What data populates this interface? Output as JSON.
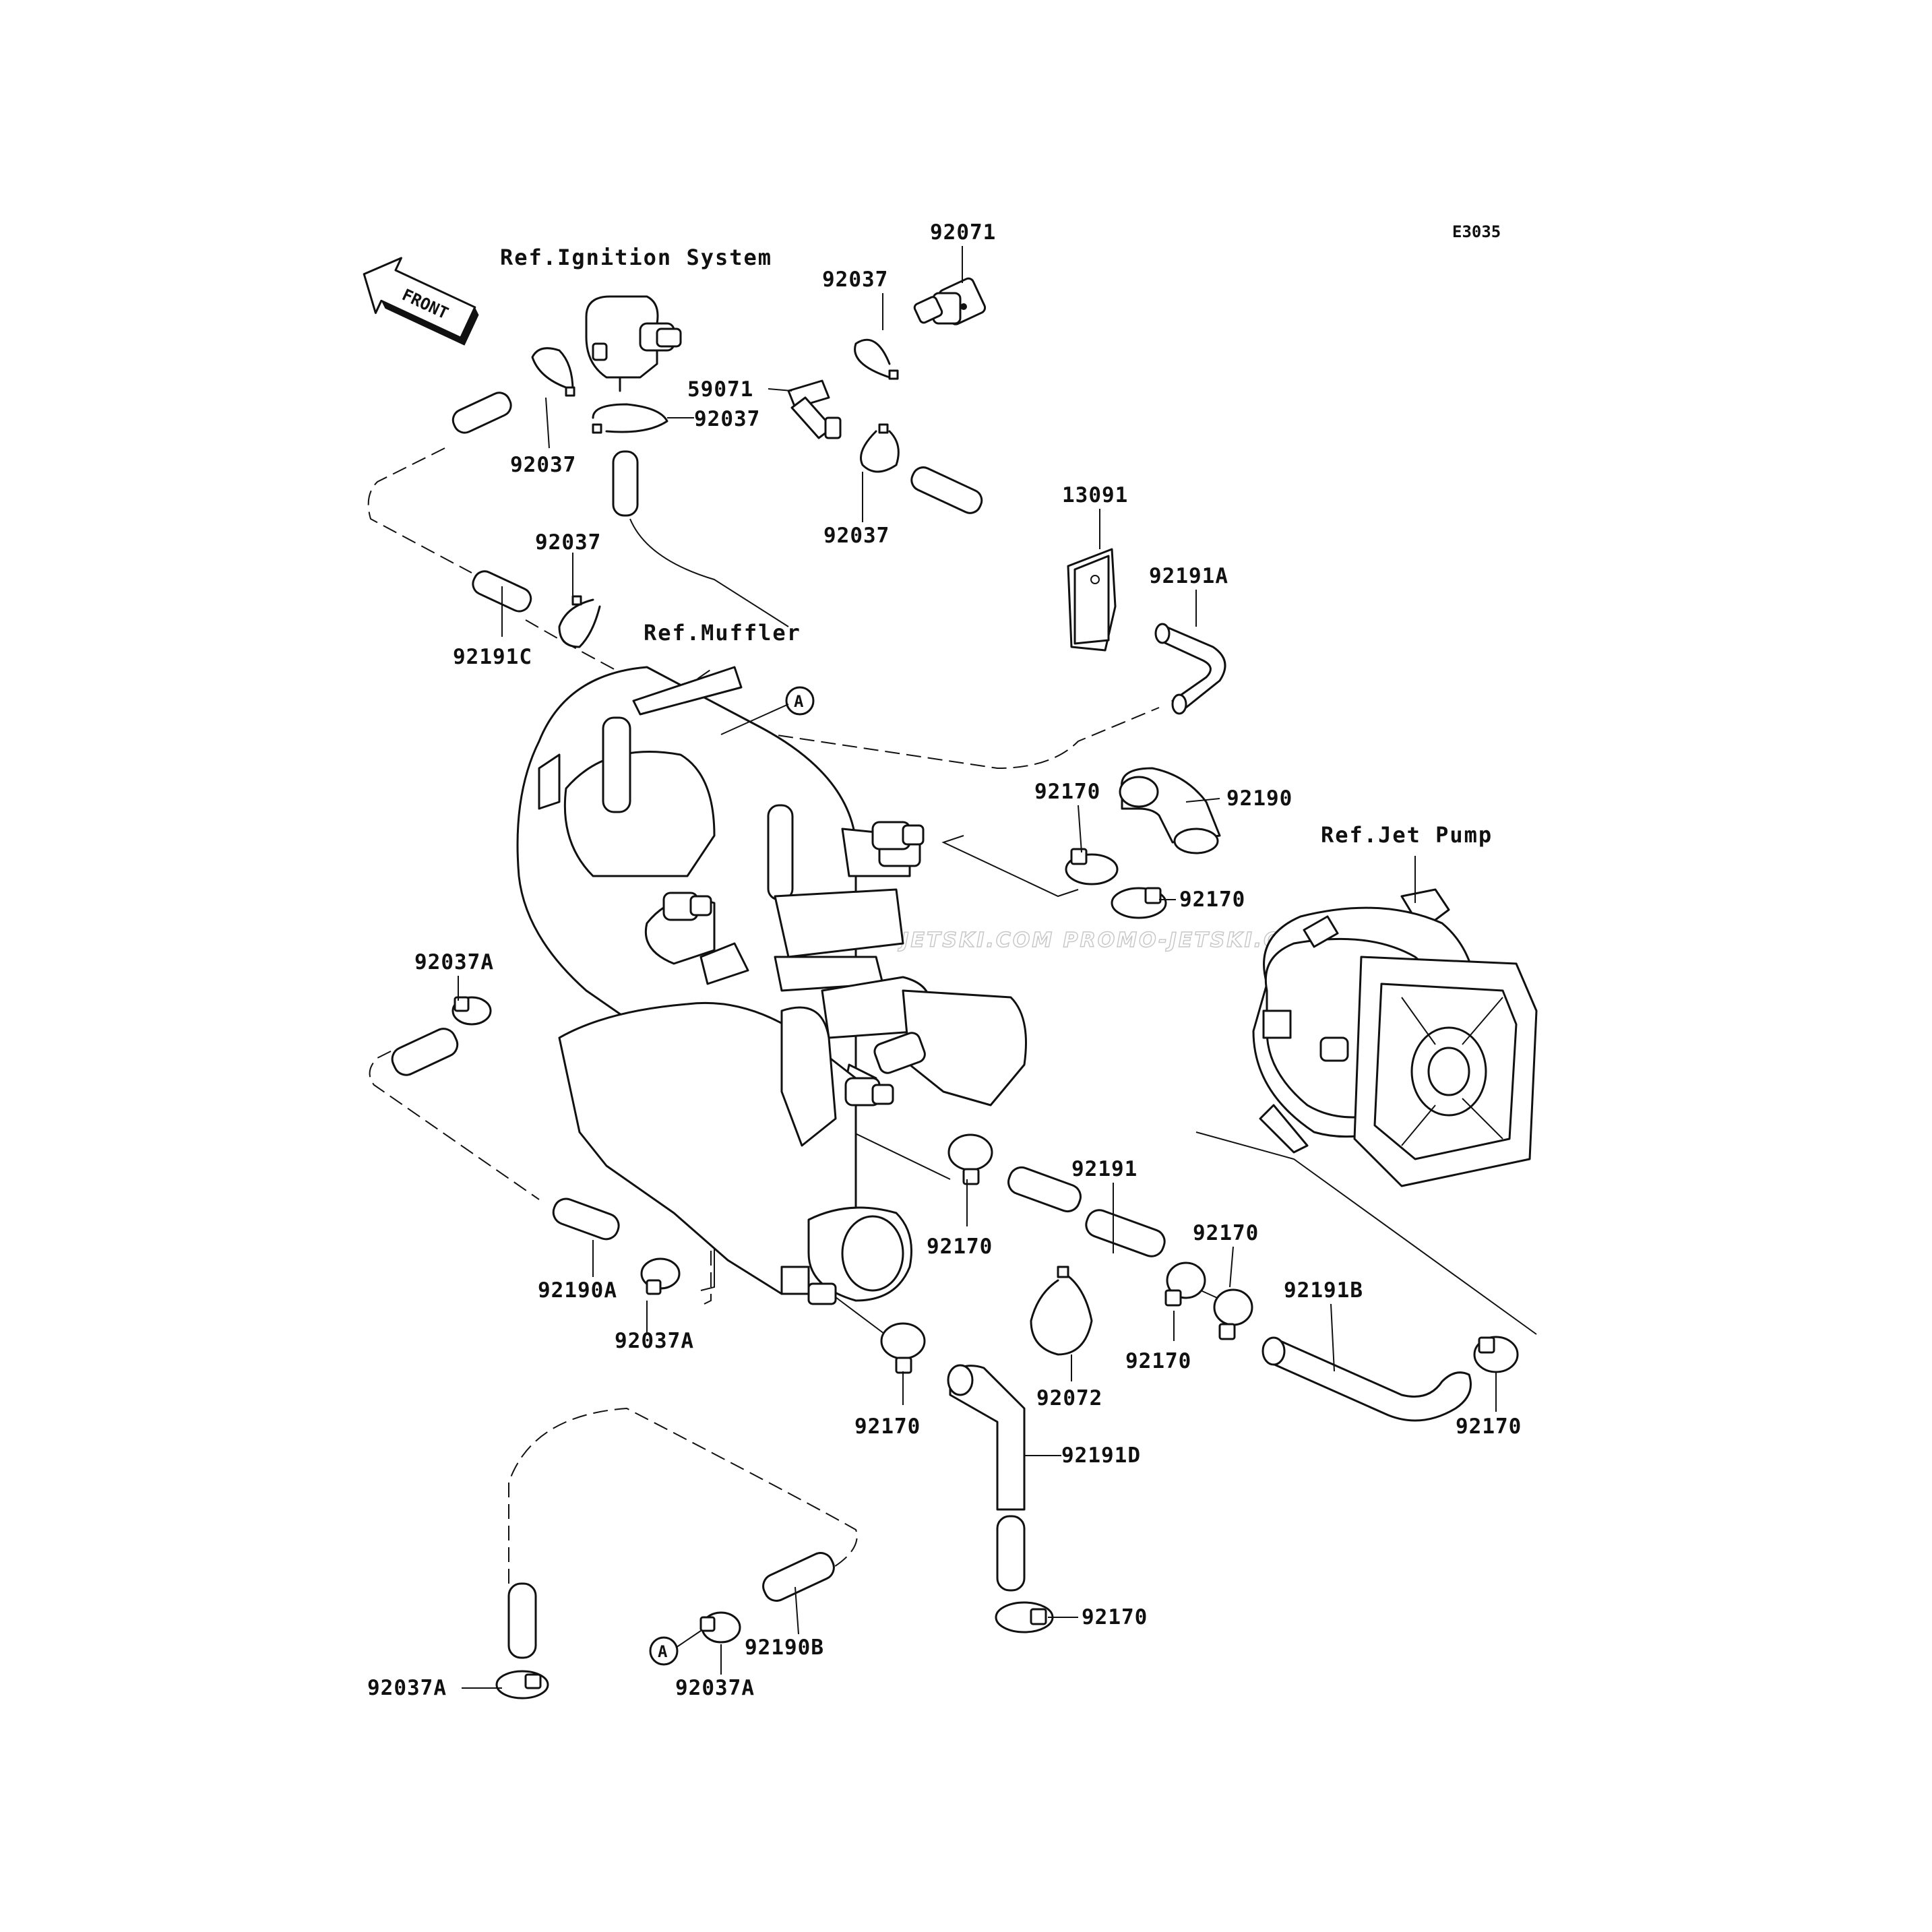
{
  "diagram": {
    "code": "E3035",
    "front_label": "FRONT",
    "references": {
      "ignition": "Ref.Ignition System",
      "muffler": "Ref.Muffler",
      "jet_pump": "Ref.Jet Pump"
    },
    "callout_marker": "A",
    "watermark": "JETSKI.COM  PROMO-JETSKI.COM  PROMO-JETSKI.COM",
    "parts": {
      "p92071": "92071",
      "p92037": "92037",
      "p59071": "59071",
      "p13091": "13091",
      "p92191A": "92191A",
      "p92191C": "92191C",
      "p92170": "92170",
      "p92190": "92190",
      "p92037A": "92037A",
      "p92191": "92191",
      "p92190A": "92190A",
      "p92072": "92072",
      "p92191B": "92191B",
      "p92191D": "92191D",
      "p92190B": "92190B"
    }
  }
}
